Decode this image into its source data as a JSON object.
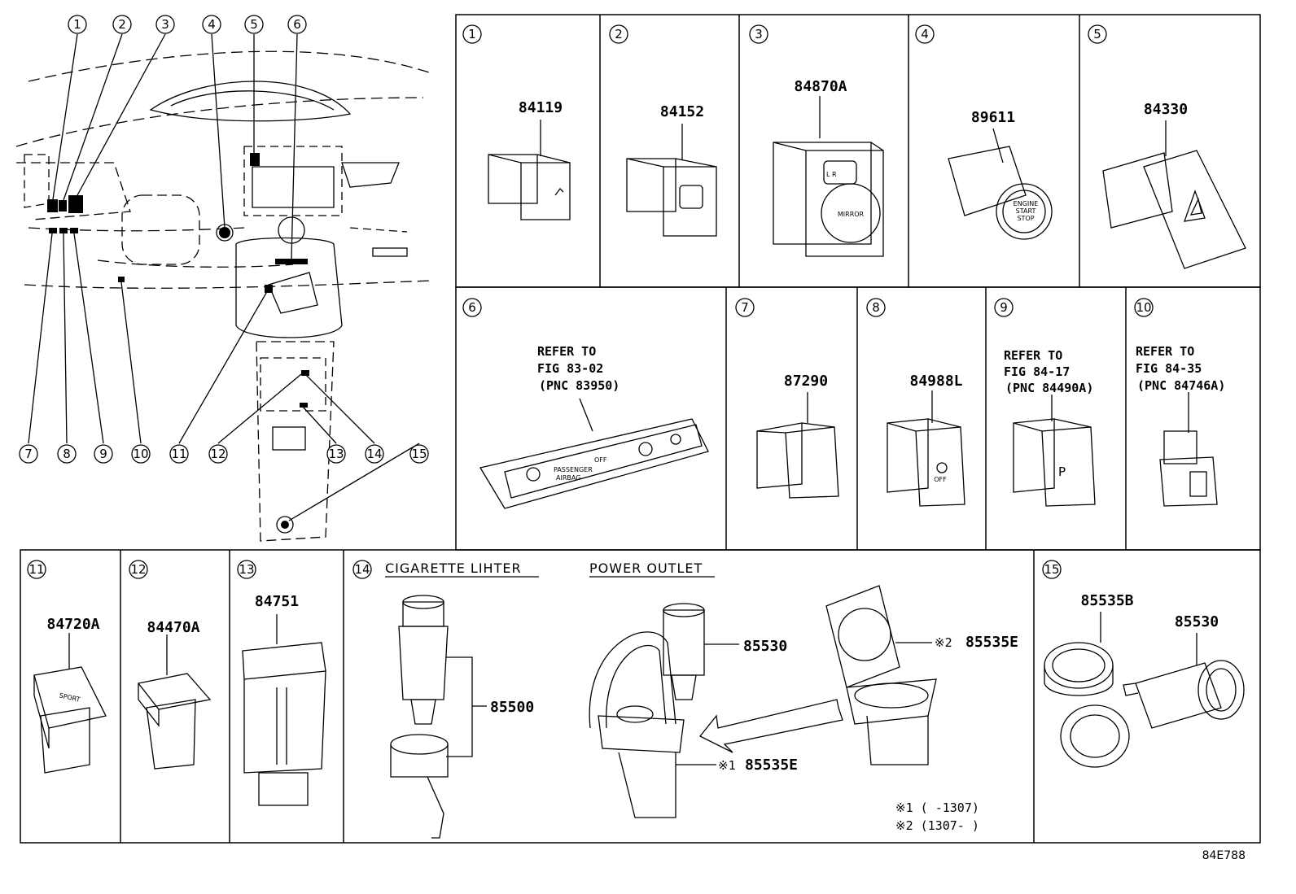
{
  "figure_code": "84E788",
  "callouts": [
    "1",
    "2",
    "3",
    "4",
    "5",
    "6",
    "7",
    "8",
    "9",
    "10",
    "11",
    "12",
    "13",
    "14",
    "15"
  ],
  "panels": [
    {
      "id": "1",
      "part": "84119"
    },
    {
      "id": "2",
      "part": "84152"
    },
    {
      "id": "3",
      "part": "84870A",
      "face_text": "L  R",
      "button_text": "MIRROR"
    },
    {
      "id": "4",
      "part": "89611",
      "face_text": [
        "ENGINE",
        "START",
        "STOP"
      ]
    },
    {
      "id": "5",
      "part": "84330"
    },
    {
      "id": "6",
      "refer": [
        "REFER TO",
        "FIG 83-02",
        "(PNC 83950)"
      ],
      "face_text": [
        "PASSENGER",
        "AIRBAG",
        "OFF"
      ]
    },
    {
      "id": "7",
      "part": "87290"
    },
    {
      "id": "8",
      "part": "84988L",
      "face_text": "OFF"
    },
    {
      "id": "9",
      "refer": [
        "REFER TO",
        "FIG 84-17",
        "(PNC 84490A)"
      ],
      "face_text": "P"
    },
    {
      "id": "10",
      "refer": [
        "REFER TO",
        "FIG 84-35",
        "(PNC 84746A)"
      ]
    },
    {
      "id": "11",
      "part": "84720A",
      "face_text": "SPORT"
    },
    {
      "id": "12",
      "part": "84470A"
    },
    {
      "id": "13",
      "part": "84751"
    },
    {
      "id": "14",
      "heading_left": "CIGARETTE LIHTER",
      "heading_right": "POWER OUTLET",
      "parts": [
        "85500",
        "85530",
        "85535E",
        "85535E"
      ],
      "marks": [
        "※2",
        "※1"
      ],
      "notes": [
        "※1 (      -1307)",
        "※2 (1307-      )"
      ]
    },
    {
      "id": "15",
      "parts": [
        "85535B",
        "85530"
      ]
    }
  ]
}
